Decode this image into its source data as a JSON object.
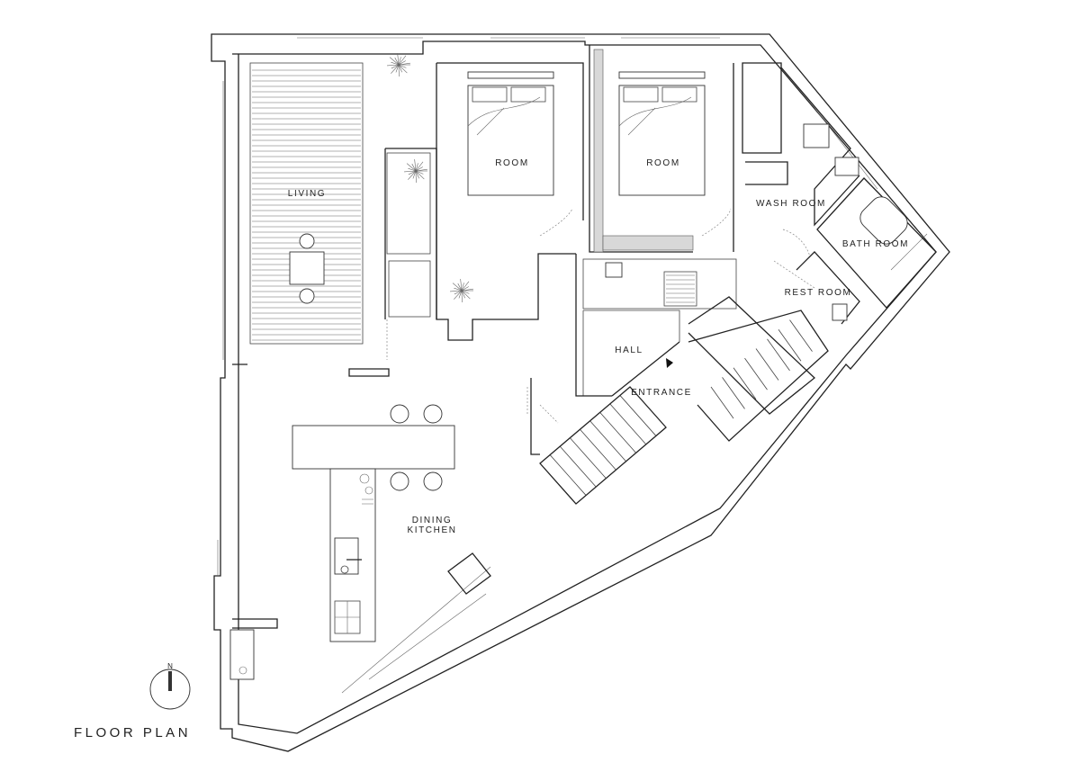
{
  "title": "FLOOR PLAN",
  "north_label": "N",
  "rooms": {
    "living": "LIVING",
    "room_1": "ROOM",
    "room_2": "ROOM",
    "wash_room": "WASH ROOM",
    "bath_room": "BATH ROOM",
    "rest_room": "REST ROOM",
    "hall": "HALL",
    "entrance": "ENTRANCE",
    "dining_kitchen_line1": "DINING",
    "dining_kitchen_line2": "KITCHEN"
  }
}
